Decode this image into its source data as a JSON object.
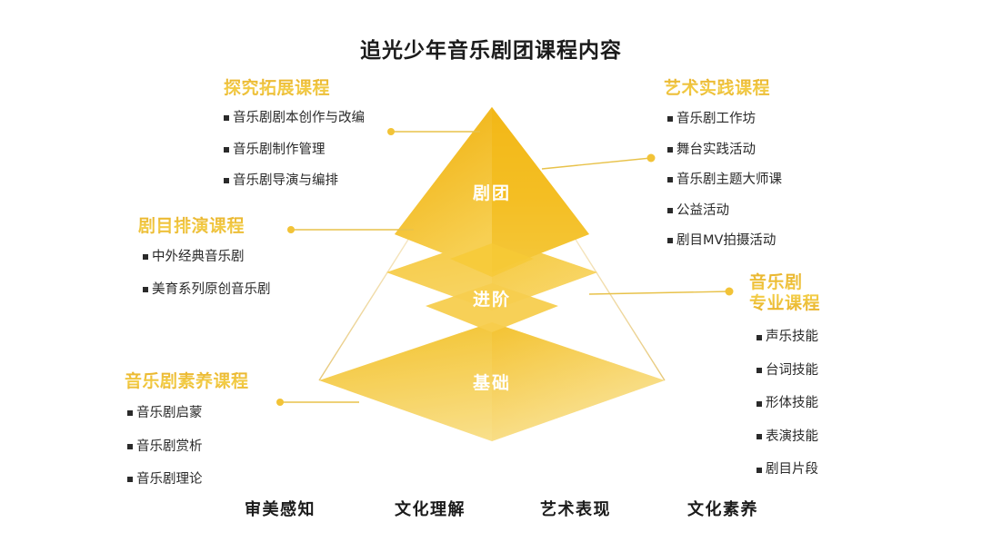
{
  "title": "追光少年音乐剧团课程内容",
  "colors": {
    "gold_dark": "#EDA900",
    "gold": "#F5C22B",
    "gold_light": "#F7D463",
    "gold_pale": "#FAE294",
    "heading": "#E9B42C",
    "connector": "#E8C24A",
    "text": "#2A2A2A"
  },
  "pyramid": {
    "layers": [
      {
        "id": "top",
        "label": "剧团"
      },
      {
        "id": "mid",
        "label": "进阶"
      },
      {
        "id": "base",
        "label": "基础"
      }
    ]
  },
  "courses": [
    {
      "id": "explore",
      "heading_lines": [
        "探究拓展课程"
      ],
      "items": [
        "音乐剧剧本创作与改编",
        "音乐剧制作管理",
        "音乐剧导演与编排"
      ]
    },
    {
      "id": "rehearsal",
      "heading_lines": [
        "剧目排演课程"
      ],
      "items": [
        "中外经典音乐剧",
        "美育系列原创音乐剧"
      ]
    },
    {
      "id": "literacy",
      "heading_lines": [
        "音乐剧素养课程"
      ],
      "items": [
        "音乐剧启蒙",
        "音乐剧赏析",
        "音乐剧理论"
      ]
    },
    {
      "id": "practice",
      "heading_lines": [
        "艺术实践课程"
      ],
      "items": [
        "音乐剧工作坊",
        "舞台实践活动",
        "音乐剧主题大师课",
        "公益活动",
        "剧目MV拍摄活动"
      ]
    },
    {
      "id": "pro",
      "heading_lines": [
        "音乐剧",
        "专业课程"
      ],
      "items": [
        "声乐技能",
        "台词技能",
        "形体技能",
        "表演技能",
        "剧目片段"
      ]
    }
  ],
  "axis_labels": [
    "审美感知",
    "文化理解",
    "艺术表现",
    "文化素养"
  ]
}
